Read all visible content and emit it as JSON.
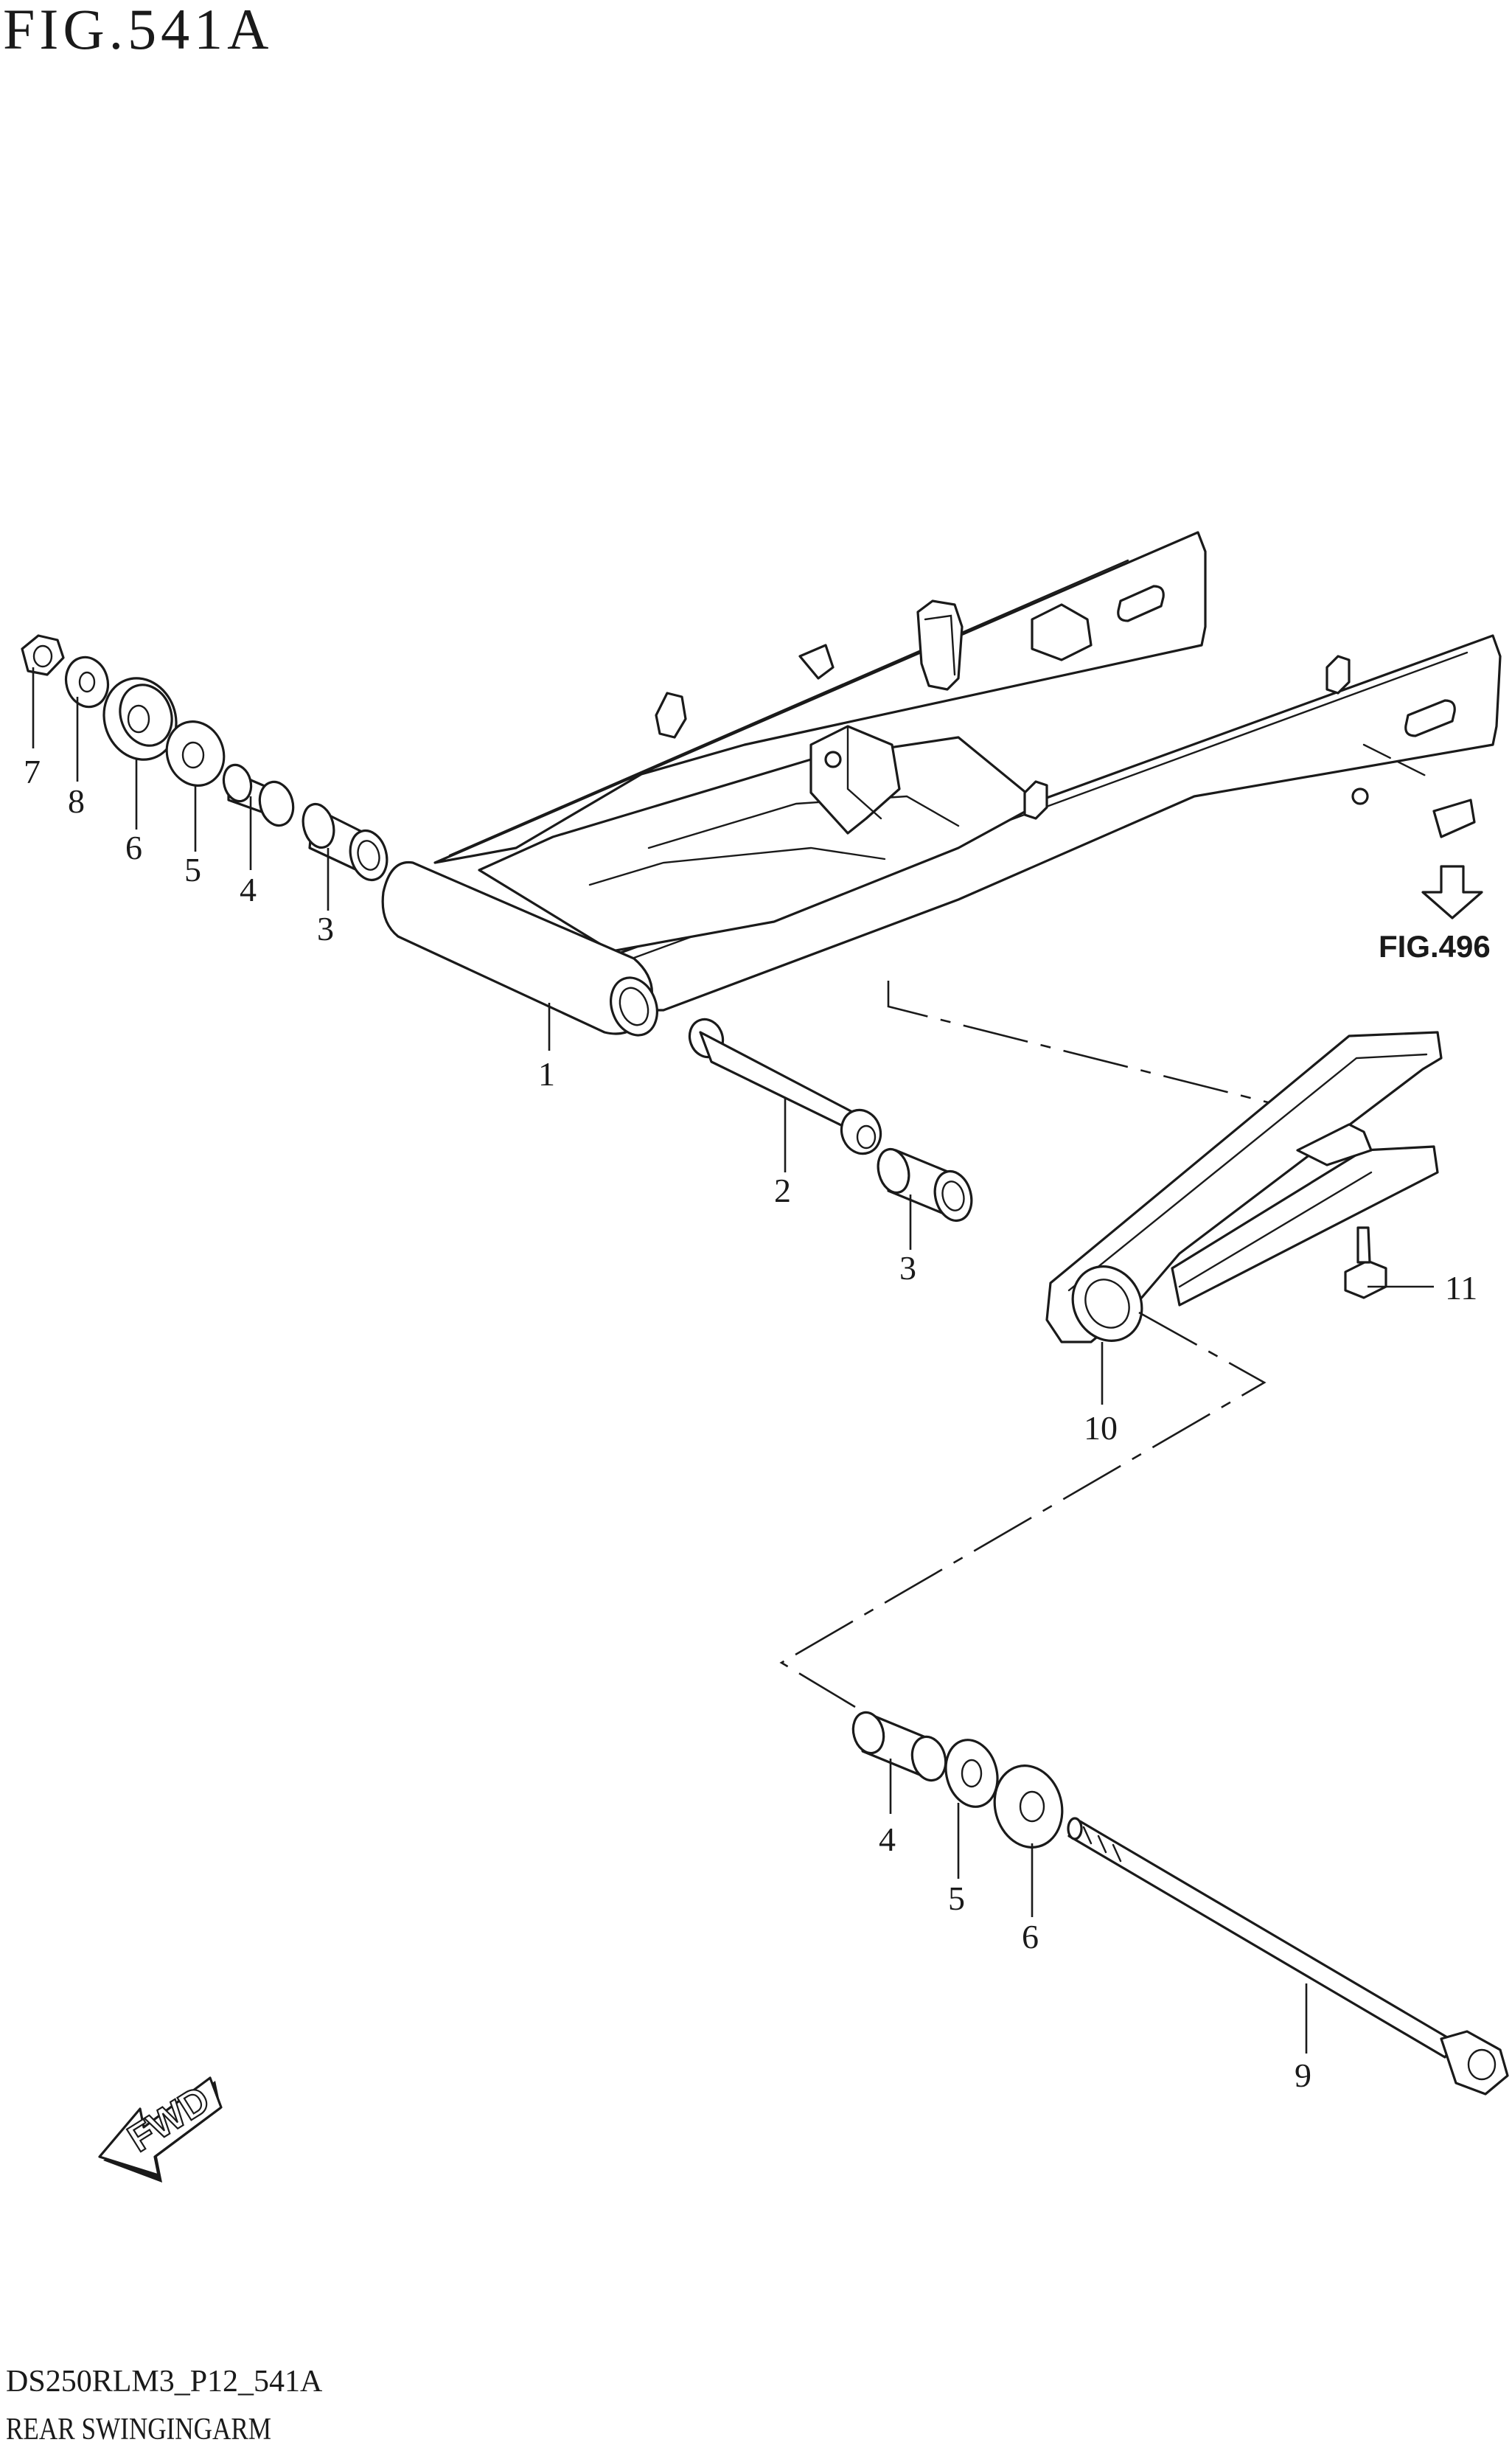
{
  "figure": {
    "title": "FIG.541A",
    "reference_label": "FIG.496",
    "forward_label": "FWD"
  },
  "footer": {
    "model_code": "DS250RLM3_P12_541A",
    "section_name": "REAR SWINGINGARM"
  },
  "callouts": [
    {
      "id": "c1",
      "number": "1"
    },
    {
      "id": "c2",
      "number": "2"
    },
    {
      "id": "c3a",
      "number": "3"
    },
    {
      "id": "c3b",
      "number": "3"
    },
    {
      "id": "c4a",
      "number": "4"
    },
    {
      "id": "c4b",
      "number": "4"
    },
    {
      "id": "c5a",
      "number": "5"
    },
    {
      "id": "c5b",
      "number": "5"
    },
    {
      "id": "c6a",
      "number": "6"
    },
    {
      "id": "c6b",
      "number": "6"
    },
    {
      "id": "c7",
      "number": "7"
    },
    {
      "id": "c8",
      "number": "8"
    },
    {
      "id": "c9",
      "number": "9"
    },
    {
      "id": "c10",
      "number": "10"
    },
    {
      "id": "c11",
      "number": "11"
    }
  ]
}
